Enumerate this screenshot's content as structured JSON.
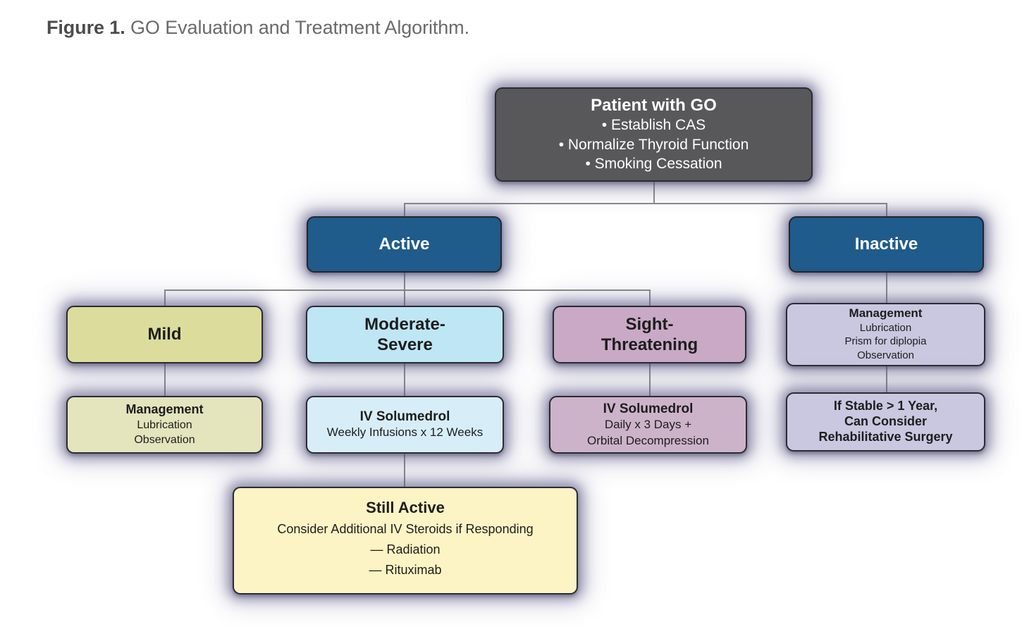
{
  "figure": {
    "label": "Figure 1.",
    "caption": " GO Evaluation and Treatment Algorithm."
  },
  "colors": {
    "dark_gray": "#58585a",
    "blue": "#1f5b8b",
    "olive": "#dcdc9c",
    "olive_light": "#e4e4bd",
    "cyan": "#bfe6f5",
    "cyan_light": "#d7eef8",
    "mauve": "#c9a9c6",
    "mauve_light": "#cdb3ca",
    "lavender": "#c9c8e0",
    "cream": "#fcf4c4",
    "connector": "#8a8a8a",
    "border": "#2b2b33",
    "glow": "#585482"
  },
  "nodes": {
    "patient": {
      "title": "Patient with GO",
      "line1": "• Establish CAS",
      "line2": "• Normalize Thyroid Function",
      "line3": "• Smoking Cessation"
    },
    "active": {
      "title": "Active"
    },
    "inactive": {
      "title": "Inactive"
    },
    "mild": {
      "title": "Mild"
    },
    "moderate_severe": {
      "title_line1": "Moderate-",
      "title_line2": "Severe"
    },
    "sight_threatening": {
      "title_line1": "Sight-",
      "title_line2": "Threatening"
    },
    "inactive_management": {
      "title": "Management",
      "line1": "Lubrication",
      "line2": "Prism for diplopia",
      "line3": "Observation"
    },
    "mild_management": {
      "title": "Management",
      "line1": "Lubrication",
      "line2": "Observation"
    },
    "moderate_severe_treatment": {
      "title": "IV Solumedrol",
      "line1": "Weekly Infusions x 12 Weeks"
    },
    "sight_threatening_treatment": {
      "title": "IV Solumedrol",
      "line1": "Daily x 3 Days +",
      "line2": "Orbital Decompression"
    },
    "rehabilitative_surgery": {
      "title_line1": "If Stable > 1 Year,",
      "title_line2": "Can Consider",
      "title_line3": "Rehabilitative Surgery"
    },
    "still_active": {
      "title": "Still Active",
      "line1": "Consider Additional IV Steroids if Responding",
      "line2": "— Radiation",
      "line3": "— Rituximab"
    }
  },
  "edges": [
    {
      "from": "patient",
      "to": "active"
    },
    {
      "from": "patient",
      "to": "inactive"
    },
    {
      "from": "active",
      "to": "mild"
    },
    {
      "from": "active",
      "to": "moderate_severe"
    },
    {
      "from": "active",
      "to": "sight_threatening"
    },
    {
      "from": "inactive",
      "to": "inactive_management"
    },
    {
      "from": "mild",
      "to": "mild_management"
    },
    {
      "from": "moderate_severe",
      "to": "moderate_severe_treatment"
    },
    {
      "from": "sight_threatening",
      "to": "sight_threatening_treatment"
    },
    {
      "from": "inactive_management",
      "to": "rehabilitative_surgery"
    },
    {
      "from": "moderate_severe_treatment",
      "to": "still_active"
    }
  ]
}
